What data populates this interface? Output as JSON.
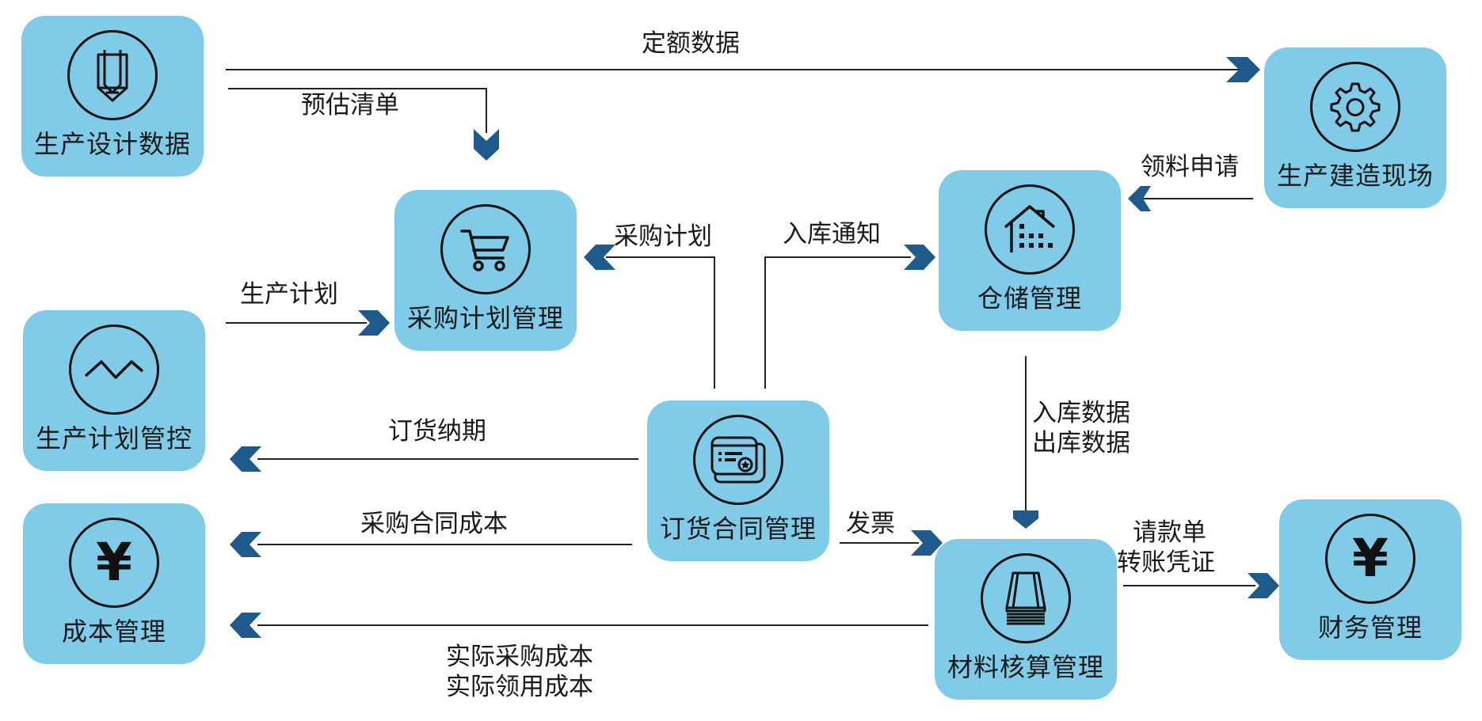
{
  "colors": {
    "node_fill": "#80cbe8",
    "arrow": "#1f5a8c",
    "line": "#222222"
  },
  "nodes": {
    "design_data": {
      "label": "生产设计数据",
      "icon": "pencil-icon"
    },
    "construction_site": {
      "label": "生产建造现场",
      "icon": "gear-icon"
    },
    "purchase_plan": {
      "label": "采购计划管理",
      "icon": "shopping-cart-icon"
    },
    "warehouse": {
      "label": "仓储管理",
      "icon": "warehouse-icon"
    },
    "production_plan": {
      "label": "生产计划管控",
      "icon": "zigzag-icon"
    },
    "order_contract": {
      "label": "订货合同管理",
      "icon": "contract-card-icon"
    },
    "cost": {
      "label": "成本管理",
      "icon": "yen-icon",
      "symbol": "¥"
    },
    "material_accounting": {
      "label": "材料核算管理",
      "icon": "stack-icon"
    },
    "finance": {
      "label": "财务管理",
      "icon": "yen-icon",
      "symbol": "¥"
    }
  },
  "edges": {
    "quota_data": "定额数据",
    "estimate_list": "预估清单",
    "material_request": "领料申请",
    "purchase_plan": "采购计划",
    "inbound_notice": "入库通知",
    "production_plan": "生产计划",
    "in_out_data_1": "入库数据",
    "in_out_data_2": "出库数据",
    "delivery_date": "订货纳期",
    "contract_cost": "采购合同成本",
    "invoice": "发票",
    "payment_1": "请款单",
    "payment_2": "转账凭证",
    "actual_cost_1": "实际采购成本",
    "actual_cost_2": "实际领用成本"
  }
}
